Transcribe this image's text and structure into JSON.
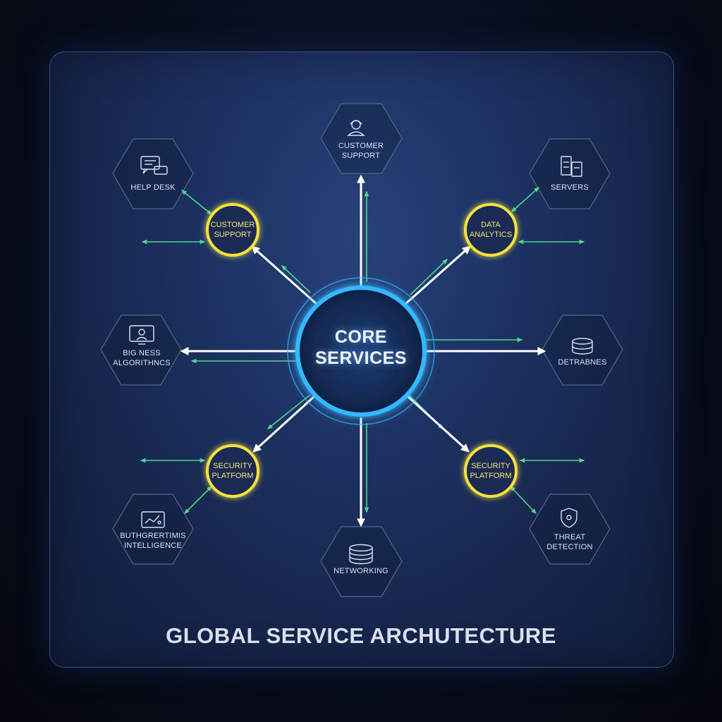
{
  "title": "GLOBAL SERVICE ARCHUTECTURE",
  "core": {
    "line1": "CORE",
    "line2": "SERVICES"
  },
  "rings": [
    {
      "id": "customer-support",
      "line1": "CUSTOMER",
      "line2": "SUPPORT"
    },
    {
      "id": "data-analytics",
      "line1": "DATA",
      "line2": "ANALYTICS"
    },
    {
      "id": "security-platform-left",
      "line1": "SECURITY",
      "line2": "PLATFORM"
    },
    {
      "id": "security-platform-right",
      "line1": "SECURITY",
      "line2": "PLATFORM"
    }
  ],
  "hexes": [
    {
      "id": "help-desk",
      "line1": "HELP DESK",
      "line2": "",
      "icon": "chat-bubbles-icon"
    },
    {
      "id": "customer-support",
      "line1": "CUSTOMER",
      "line2": "SUPPORT",
      "icon": "agent-headset-icon"
    },
    {
      "id": "servers",
      "line1": "SERVERS",
      "line2": "",
      "icon": "server-rack-icon"
    },
    {
      "id": "big-ness",
      "line1": "BIG NESS",
      "line2": "ALGORITHNCS",
      "icon": "monitor-user-icon"
    },
    {
      "id": "detrabnes",
      "line1": "DETRABNES",
      "line2": "",
      "icon": "database-stack-icon"
    },
    {
      "id": "buthgrertimis",
      "line1": "BUTHGRERTIMIS",
      "line2": "INTELLIGENCE",
      "icon": "dashboard-chart-icon"
    },
    {
      "id": "networking",
      "line1": "NETWORKING",
      "line2": "",
      "icon": "database-stack-icon"
    },
    {
      "id": "threat-detection",
      "line1": "THREAT",
      "line2": "DETECTION",
      "icon": "shield-icon"
    }
  ],
  "colors": {
    "core_ring": "#35b8ff",
    "ring_yellow": "#f4e23c",
    "arrow_white": "#ffffff",
    "arrow_green": "#4fd68c",
    "hex_stroke": "#4d6a86"
  }
}
